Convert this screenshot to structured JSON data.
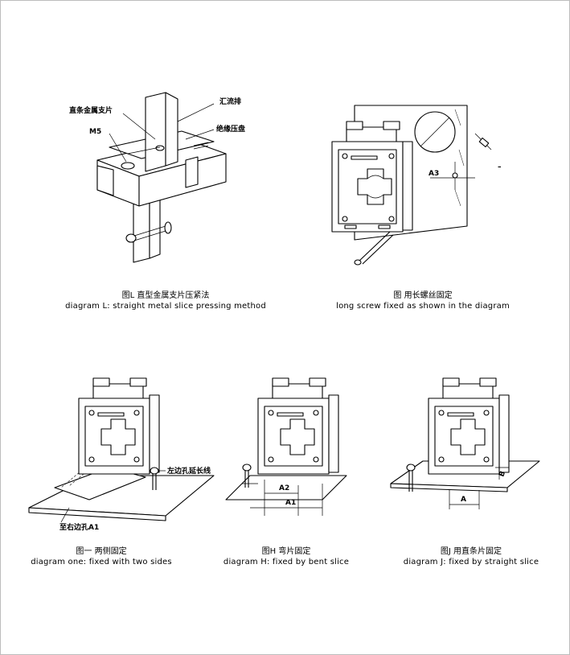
{
  "diagrams": [
    {
      "id": "L",
      "caption_zh": "图L  直型金属支片压紧法",
      "caption_en": "diagram L: straight metal slice pressing method",
      "labels": {
        "support": "直条金属支片",
        "bolt": "M5",
        "busbar": "汇流排",
        "washer": "绝缘压盘"
      }
    },
    {
      "id": "long-screw",
      "caption_zh": "图  用长螺丝固定",
      "caption_en": "long screw fixed as shown in the diagram",
      "labels": {
        "a3": "A3",
        "dash": "–"
      }
    },
    {
      "id": "one",
      "caption_zh": "图一  两侧固定",
      "caption_en": "diagram one: fixed with two sides",
      "labels": {
        "left_hole": "左边孔延长线",
        "right_hole": "至右边孔A1"
      }
    },
    {
      "id": "H",
      "caption_zh": "图H  弯片固定",
      "caption_en": "diagram H: fixed by bent slice",
      "labels": {
        "a2": "A2",
        "a1": "A1"
      }
    },
    {
      "id": "J",
      "caption_zh": "图J  用直条片固定",
      "caption_en": "diagram J: fixed by straight slice",
      "labels": {
        "a": "A",
        "b": "B"
      }
    }
  ]
}
